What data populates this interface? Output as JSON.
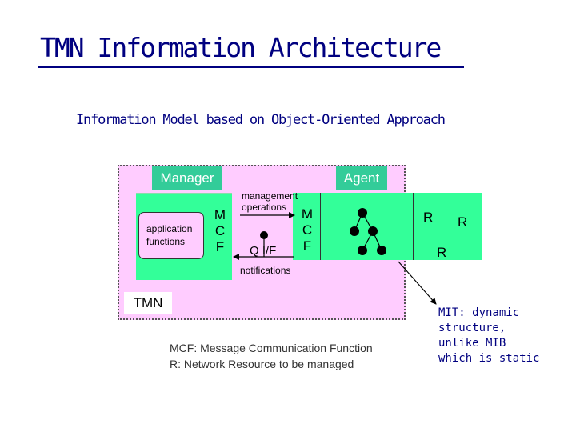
{
  "title": "TMN Information Architecture",
  "subtitle": "Information Model based on Object-Oriented Approach",
  "diagram": {
    "manager_tab": "Manager",
    "agent_tab": "Agent",
    "application_functions": "application\nfunctions",
    "mcf_manager": "M\nC\nF",
    "mcf_agent": "M\nC\nF",
    "management_operations": "management\noperations",
    "notifications": "notifications",
    "qif": "Q I/F",
    "tmn_label": "TMN",
    "resources": [
      "R",
      "R",
      "R"
    ],
    "colors": {
      "tmn_background": "#ffccff",
      "manager_agent_block": "#33ff99",
      "tab": "#33cc99",
      "title": "#000080"
    }
  },
  "legend": {
    "line1": "MCF: Message Communication Function",
    "line2": "R: Network Resource to be managed"
  },
  "mit_note": "MIT: dynamic\nstructure,\nunlike MIB\nwhich is static"
}
